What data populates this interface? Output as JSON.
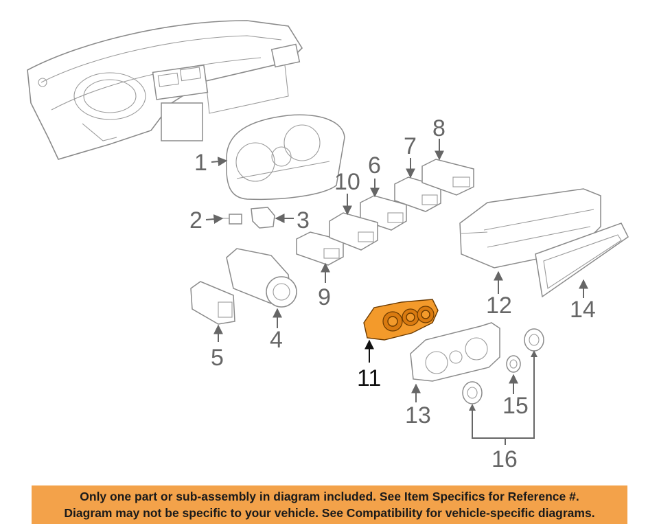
{
  "callouts": [
    "1",
    "2",
    "3",
    "4",
    "5",
    "6",
    "7",
    "8",
    "9",
    "10",
    "11",
    "12",
    "13",
    "14",
    "15",
    "16"
  ],
  "highlighted_callout": "11",
  "highlight_color": "#f39a2b",
  "banner": {
    "color": "#f3a24a",
    "line1": "Only one part or sub-assembly in diagram included. See Item Specifics for Reference #.",
    "line2": "Diagram may not be specific to your vehicle. See Compatibility for vehicle-specific diagrams."
  }
}
